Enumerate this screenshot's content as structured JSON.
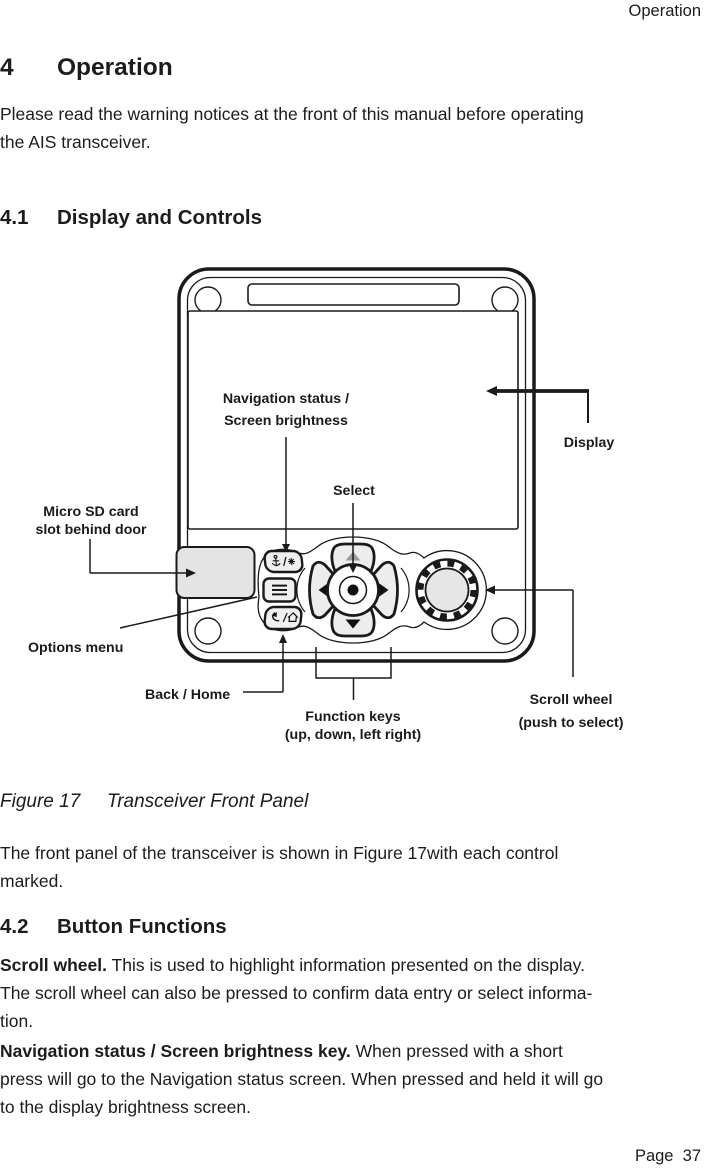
{
  "page": {
    "header": "Operation",
    "footer": "Page  37"
  },
  "content": {
    "h1": {
      "number": "4",
      "title": "Operation"
    },
    "intro_lines": [
      "Please read the warning notices at the front of this manual before operating",
      "the AIS transceiver."
    ],
    "h2a": {
      "number": "4.1",
      "title": "Display and Controls"
    },
    "caption": {
      "label": "Figure 17",
      "title": "Transceiver Front Panel"
    },
    "after_figure_lines": [
      "The front panel of the transceiver is shown in Figure 17with each control",
      "marked."
    ],
    "h2b": {
      "number": "4.2",
      "title": "Button Functions"
    },
    "scroll_wheel_para": {
      "lead": "Scroll wheel.",
      "line1_rest": " This is used to highlight information presented on the display.",
      "line2": "The scroll wheel can also be pressed to confirm data entry or select informa-",
      "line3": "tion."
    },
    "nav_key_para": {
      "lead": "Navigation status / Screen brightness key.",
      "line1_rest": " When pressed with a short",
      "line2": "press will go to the Navigation status screen. When pressed and held it will go",
      "line3": "to the display brightness screen."
    }
  },
  "figure": {
    "labels": {
      "nav_status_line1": "Navigation status /",
      "nav_status_line2": "Screen brightness",
      "select": "Select",
      "display": "Display",
      "sd_line1": "Micro SD card",
      "sd_line2": "slot behind door",
      "options": "Options menu",
      "back": "Back / Home",
      "fk_line1": "Function keys",
      "fk_line2": "(up, down, left right)",
      "sw_line1": "Scroll wheel",
      "sw_line2": "(push to select)"
    },
    "icons": {
      "nav_key": "anchor-slash-brightness-icon",
      "options_key": "menu-lines-icon",
      "back_key": "back-arrow-slash-home-icon",
      "function_keys": "triangle-arrow-icons",
      "select_key": "center-dot-icon",
      "scroll_wheel": "knurled-knob-icon"
    },
    "colors": {
      "line": "#1a1a1a",
      "key_fill": "#efefef",
      "door_fill": "#e4e4e4",
      "wheel_fill": "#e6e6e6"
    }
  }
}
